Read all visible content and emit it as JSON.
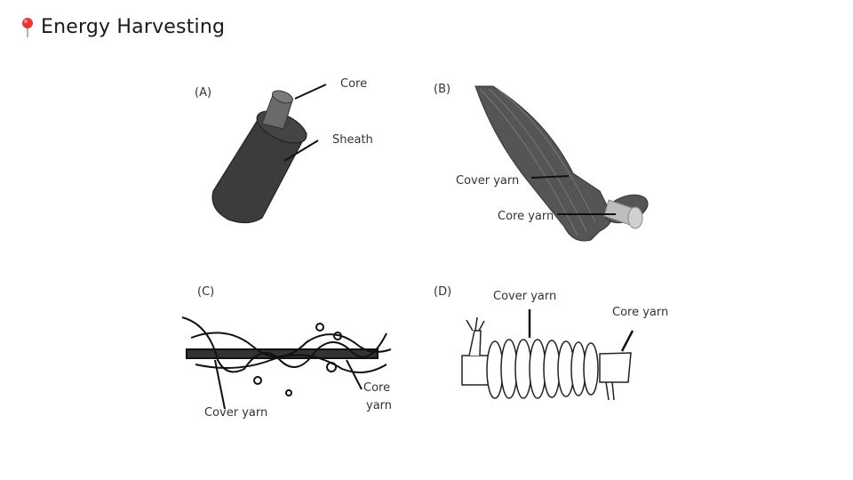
{
  "slide": {
    "title": "Energy Harvesting",
    "title_icon": "round-pushpin-icon"
  },
  "figure": {
    "panels": [
      {
        "label": "(A)",
        "callouts": [
          "Core",
          "Sheath"
        ]
      },
      {
        "label": "(B)",
        "callouts": [
          "Cover yarn",
          "Core yarn"
        ]
      },
      {
        "label": "(C)",
        "callouts": [
          "Cover yarn",
          "Core",
          "yarn"
        ]
      },
      {
        "label": "(D)",
        "callouts": [
          "Cover yarn",
          "Core yarn"
        ]
      }
    ]
  },
  "colors": {
    "pin_head": "#e53935",
    "pin_needle": "#9fb8c8",
    "sheath": "#3c3c3c",
    "core": "#6a6a6a",
    "ink": "#222222"
  }
}
